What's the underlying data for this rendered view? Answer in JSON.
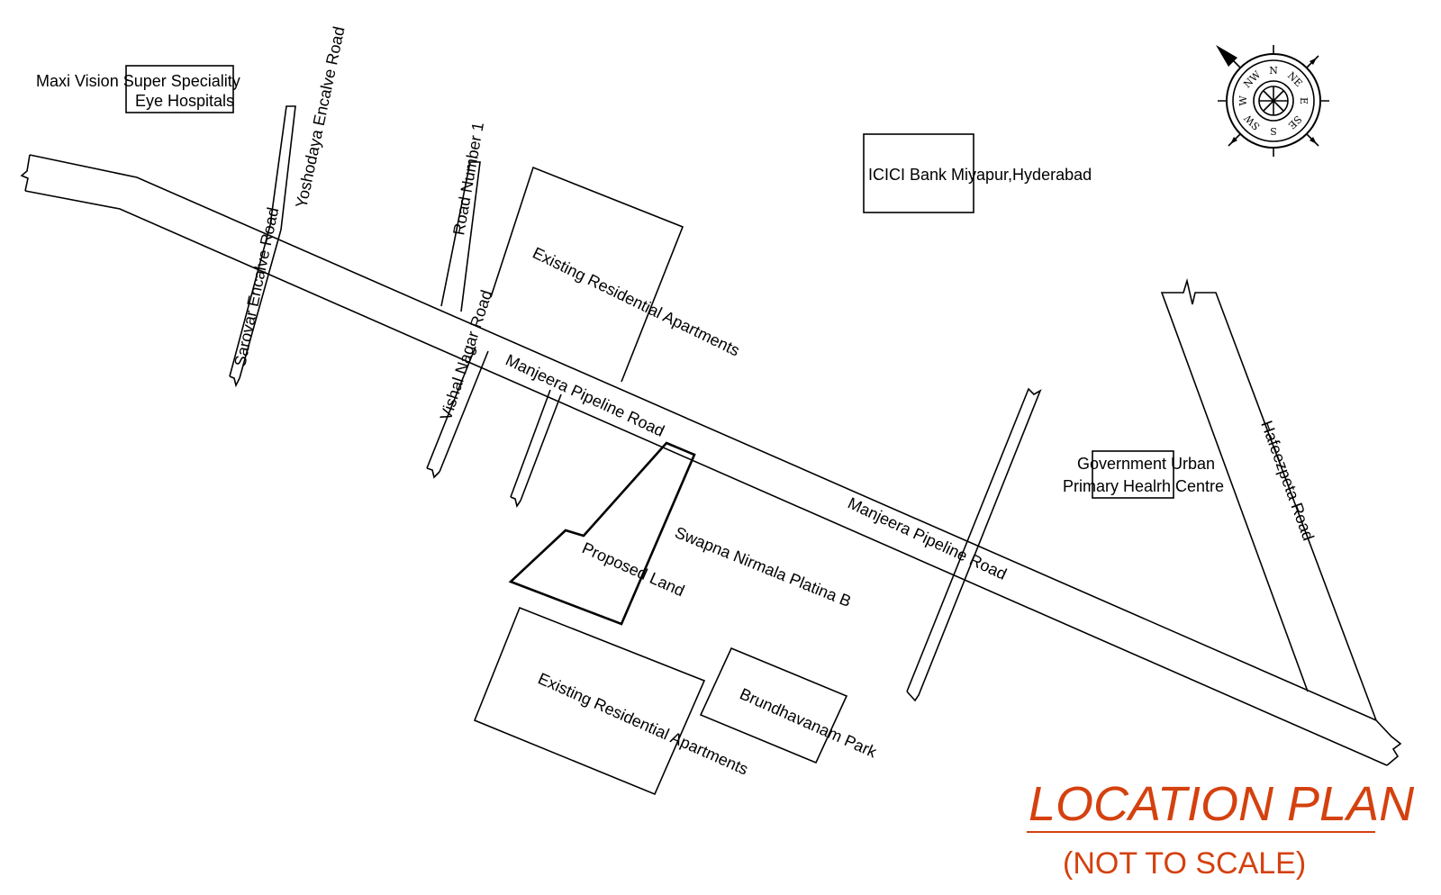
{
  "labels": {
    "maxi_line1": "Maxi Vision Super Speciality",
    "maxi_line2": "Eye Hospitals",
    "yoshodaya_road": "Yoshodaya Encalve Road",
    "sarovar_road": "Sarovar Encalve Road",
    "road_number_1": "Road Number 1",
    "vishal_nagar_road": "Vishal Nagar Road",
    "existing_apartments_top": "Existing Residential Apartments",
    "existing_apartments_bottom": "Existing Residential Apartments",
    "manjeera_road_1": "Manjeera Pipeline Road",
    "manjeera_road_2": "Manjeera Pipeline Road",
    "icici": "ICICI Bank Miyapur,Hyderabad",
    "proposed_land": "Proposed Land",
    "swapna": "Swapna Nirmala Platina B",
    "brundhavanam": "Brundhavanam Park",
    "govt_line1": "Government Urban",
    "govt_line2": "Primary Healrh Centre",
    "hafeezpet_road": "Hafeezpeta Road"
  },
  "compass": {
    "n": "N",
    "ne": "NE",
    "e": "E",
    "se": "SE",
    "s": "S",
    "sw": "SW",
    "w": "W",
    "nw": "NW"
  },
  "title": {
    "main": "LOCATION PLAN",
    "sub": "(NOT TO SCALE)",
    "color": "#d4410f"
  }
}
